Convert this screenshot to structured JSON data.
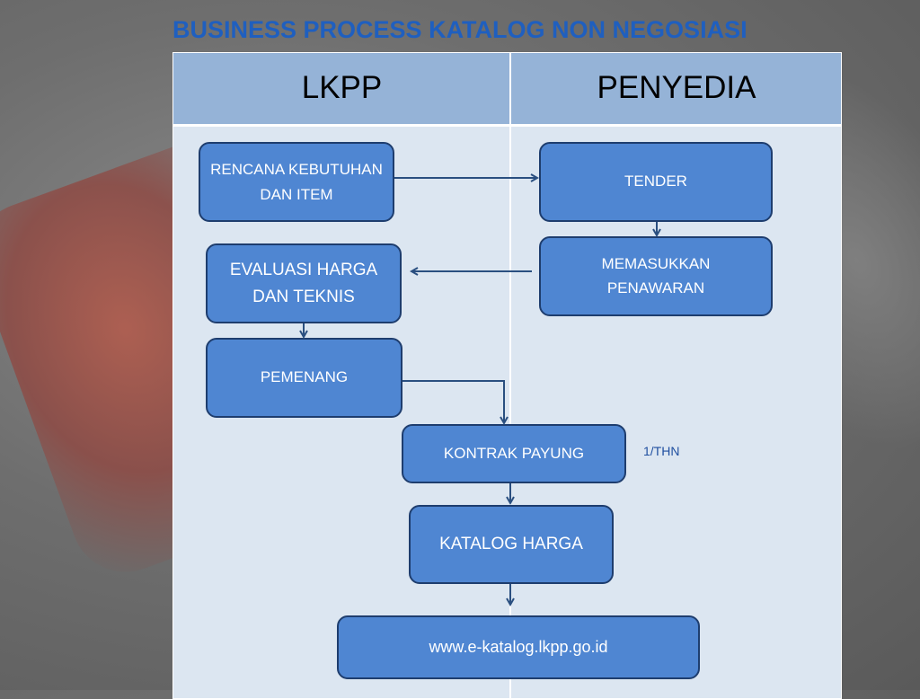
{
  "title": "BUSINESS PROCESS KATALOG NON NEGOSIASI",
  "columns": {
    "left": "LKPP",
    "right": "PENYEDIA"
  },
  "nodes": {
    "rencana": "RENCANA KEBUTUHAN DAN ITEM",
    "tender": "TENDER",
    "memasukkan": "MEMASUKKAN PENAWARAN",
    "evaluasi": "EVALUASI HARGA DAN TEKNIS",
    "pemenang": "PEMENANG",
    "kontrak": "KONTRAK PAYUNG",
    "katalog": "KATALOG HARGA",
    "website": "www.e-katalog.lkpp.go.id"
  },
  "annotations": {
    "kontrak_period": "1/THN"
  },
  "colors": {
    "title": "#1f5fbf",
    "box_fill": "#4f86d2",
    "box_border": "#1e3d6e",
    "header_fill": "#95b3d7",
    "body_fill": "#dce6f1",
    "arrow": "#2a4f80"
  }
}
